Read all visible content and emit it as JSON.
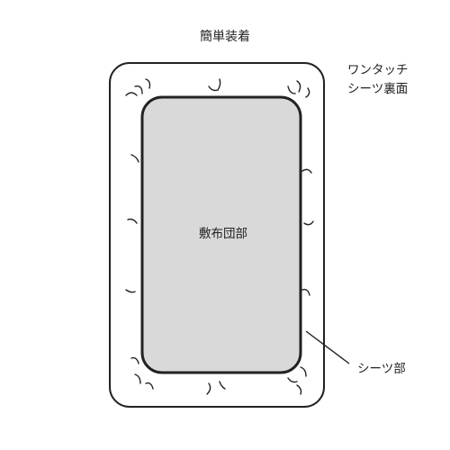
{
  "diagram": {
    "title": "簡単装着",
    "label_back_line1": "ワンタッチ",
    "label_back_line2": "シーツ裏面",
    "label_futon": "敷布団部",
    "label_sheet": "シーツ部"
  },
  "colors": {
    "outline": "#222222",
    "futon_fill": "#d9d9d9",
    "sheet_fill": "#ffffff"
  }
}
